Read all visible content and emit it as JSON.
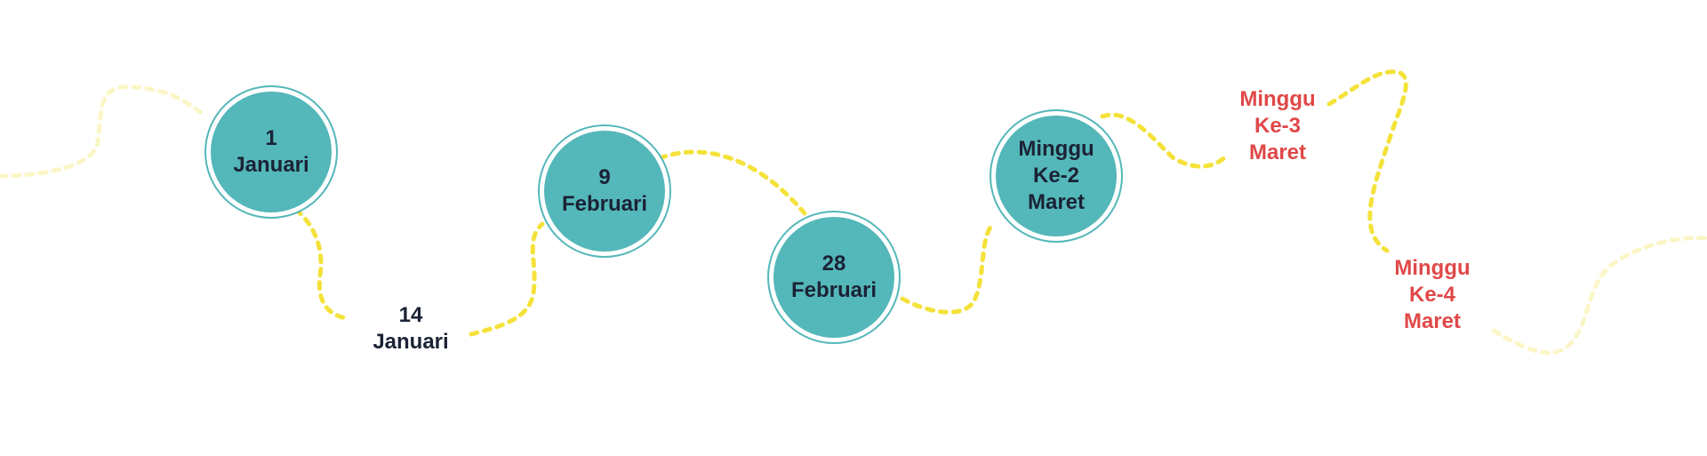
{
  "palette": {
    "circle": "#54b7ba",
    "ring": "#54b7ba",
    "path": "#f4e23a",
    "path_faded": "#fbf6c7",
    "text_dark": "#1b2235",
    "text_red": "#e04848"
  },
  "timeline": [
    {
      "id": "jan1",
      "style": "circle",
      "text": "1\nJanuari"
    },
    {
      "id": "jan14",
      "style": "plain",
      "text": "14\nJanuari"
    },
    {
      "id": "feb9",
      "style": "circle",
      "text": "9\nFebruari"
    },
    {
      "id": "feb28",
      "style": "circle",
      "text": "28\nFebruari"
    },
    {
      "id": "mar-w2",
      "style": "circle",
      "text": "Minggu\nKe-2\nMaret"
    },
    {
      "id": "mar-w3",
      "style": "upcoming",
      "text": "Minggu\nKe-3\nMaret"
    },
    {
      "id": "mar-w4",
      "style": "upcoming",
      "text": "Minggu\nKe-4\nMaret"
    }
  ]
}
